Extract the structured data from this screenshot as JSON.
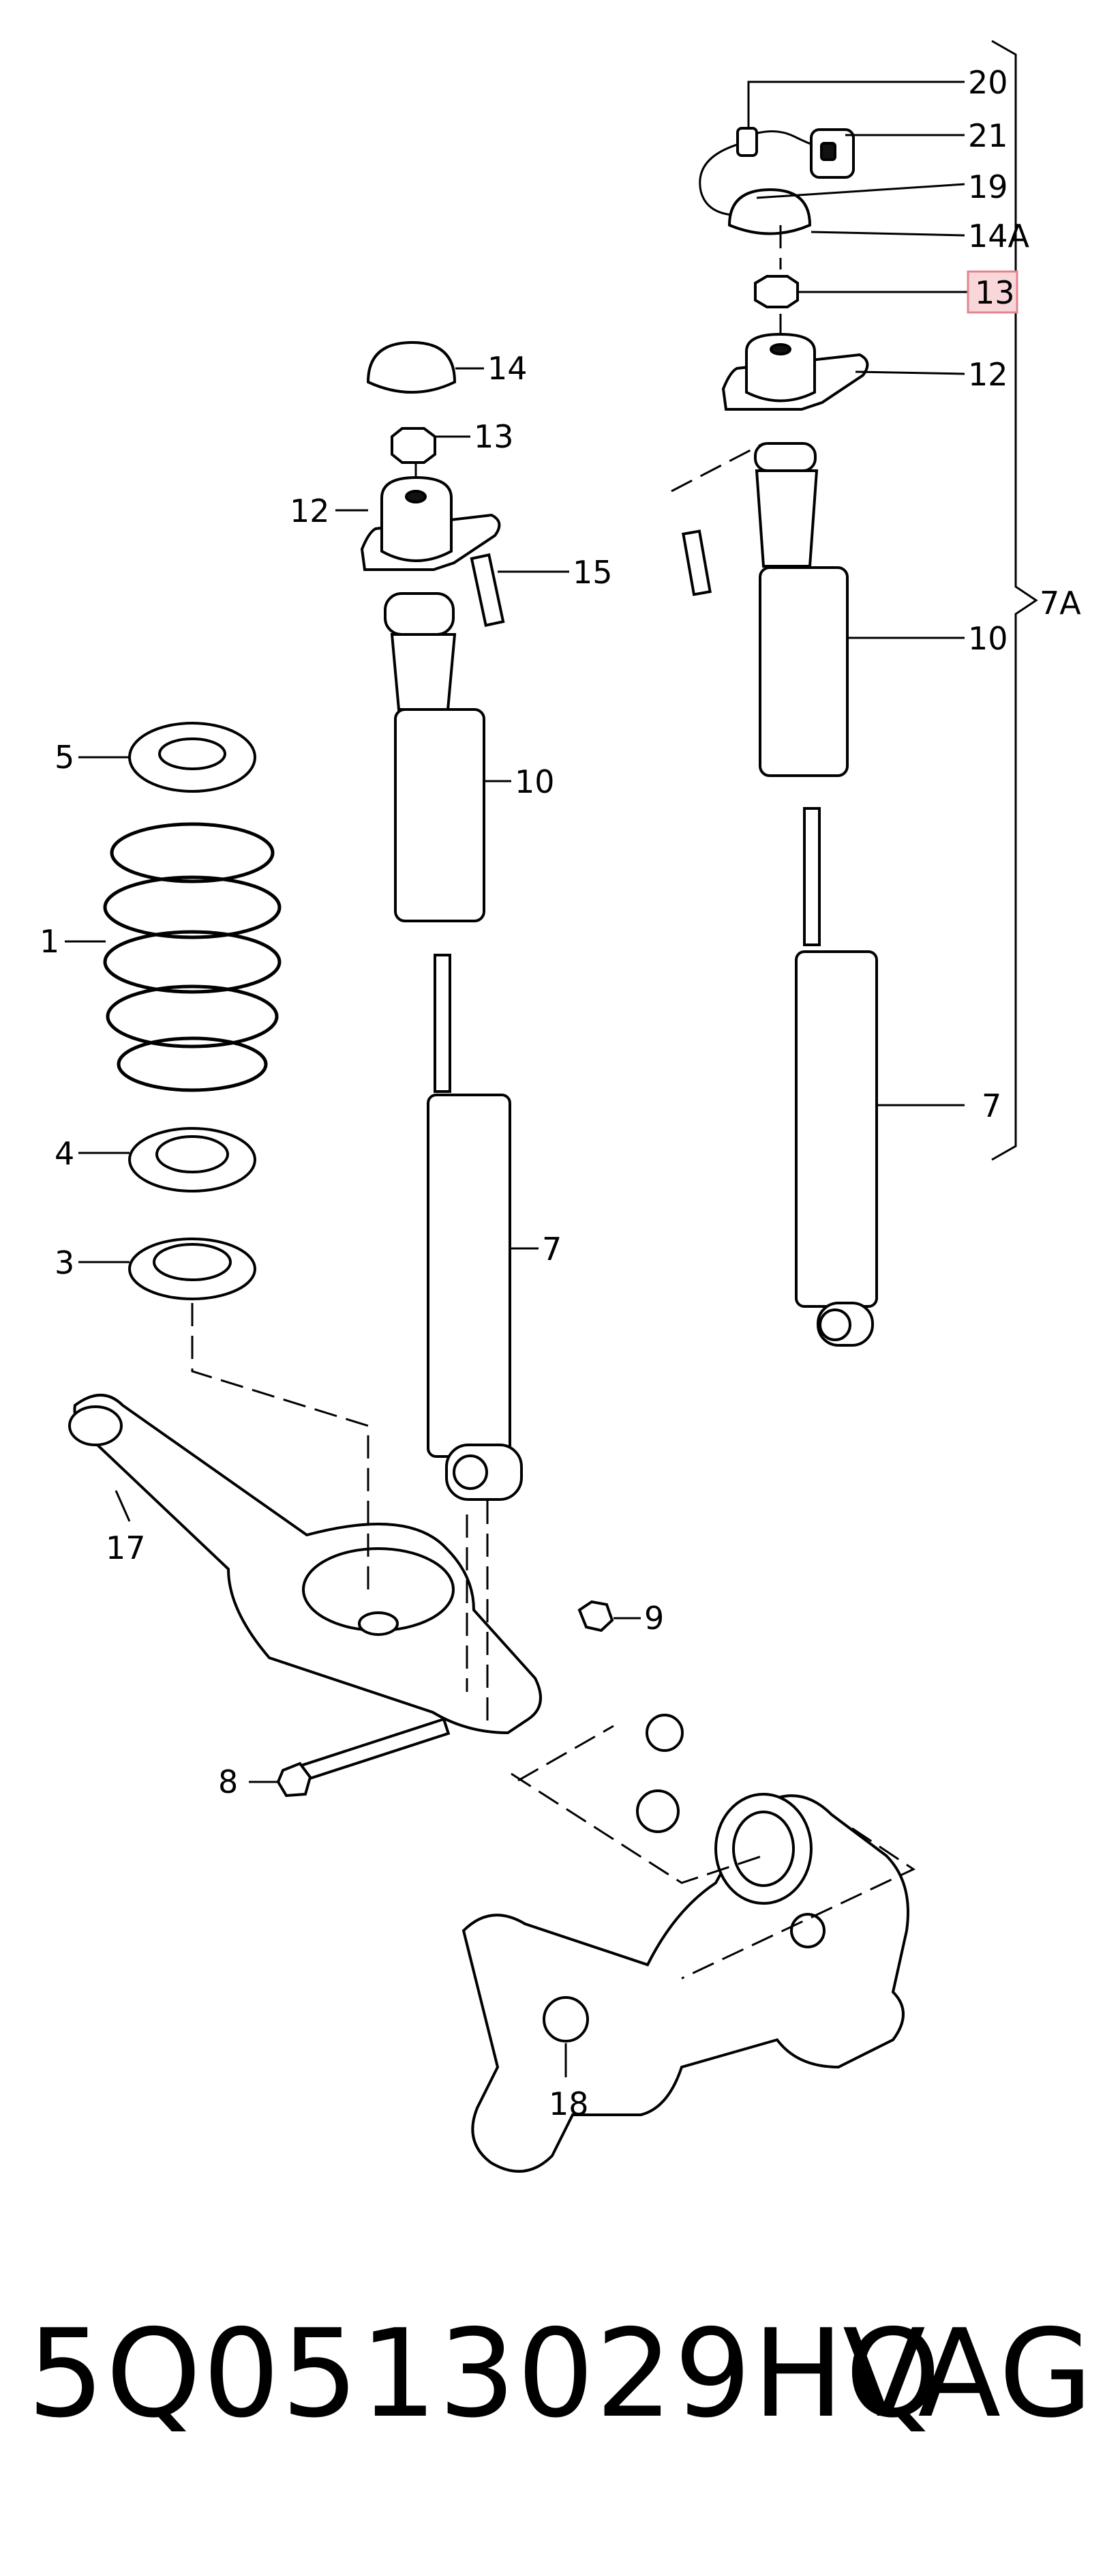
{
  "labels": {
    "p20": "20",
    "p21": "21",
    "p19": "19",
    "p14A": "14A",
    "p13_right": "13",
    "p12_right": "12",
    "p7A": "7A",
    "p10_right": "10",
    "p7_right": "7",
    "p14": "14",
    "p13_left": "13",
    "p12_left": "12",
    "p15": "15",
    "p10_left": "10",
    "p5": "5",
    "p1": "1",
    "p4": "4",
    "p3": "3",
    "p7_left": "7",
    "p17": "17",
    "p9": "9",
    "p8": "8",
    "p18": "18"
  },
  "highlight": {
    "label": "13",
    "fill": "#f9d6d9",
    "border": "#e2858f"
  },
  "footer": {
    "part_number": "5Q0513029HQ",
    "brand": "VAG"
  }
}
